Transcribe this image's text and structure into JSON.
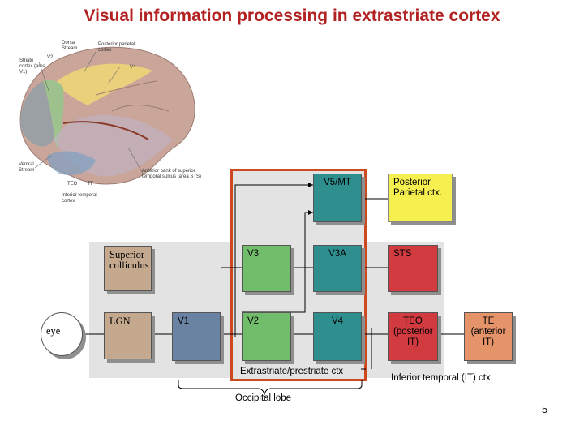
{
  "title": "Visual information processing in extrastriate cortex",
  "brain_labels": {
    "striate": "Striate cortex (area V1)",
    "v2": "V2",
    "dorsal": "Dorsal Stream",
    "posterior_parietal": "Posterior parietal cortex",
    "v4": "V4",
    "ventral": "Ventral Stream",
    "teo": "TEO",
    "te": "TF",
    "inferior_temporal": "Inferior temporal cortex",
    "anterior_bank": "Anterior bank of superior temporal sulcus (area STS)"
  },
  "nodes": {
    "eye": "eye",
    "lgn": "LGN",
    "sc": "Superior colliculus",
    "v1": "V1",
    "v2": "V2",
    "v3": "V3",
    "v4": "V4",
    "v3a": "V3A",
    "v5": "V5/MT",
    "ppc": "Posterior Parietal ctx.",
    "sts": "STS",
    "teo": "TEO (posterior IT)",
    "te": "TE (anterior IT)"
  },
  "captions": {
    "extrastriate": "Extrastriate/prestriate ctx",
    "inferior_temporal": "Inferior temporal (IT) ctx",
    "occipital": "Occipital lobe"
  },
  "slide_number": "5",
  "colors": {
    "title": "#b22222",
    "highlight_border": "#cc4a20",
    "lgn": "#c4a98e",
    "v1": "#6b83a3",
    "v2_v3": "#72bd6c",
    "v4_v3a_v5": "#2f8f8f",
    "sts_teo": "#d13b40",
    "te": "#e5946a",
    "ppc": "#f5f04f"
  }
}
